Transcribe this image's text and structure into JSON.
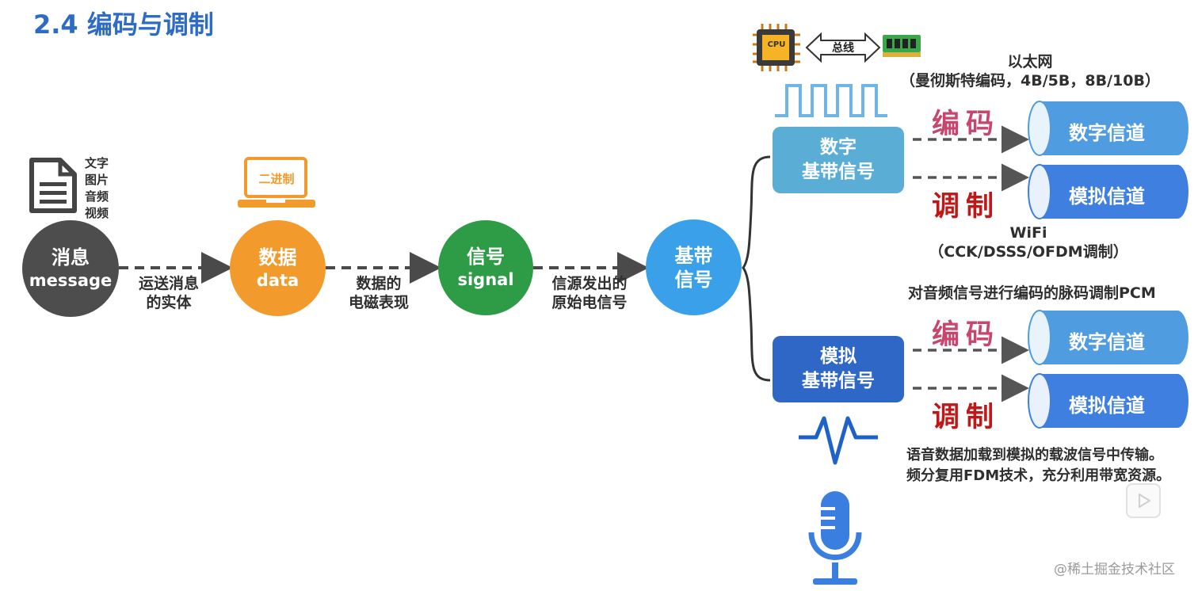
{
  "title": "2.4 编码与调制",
  "message_types": [
    "文字",
    "图片",
    "音频",
    "视频"
  ],
  "laptop_label": "二进制",
  "nodes": {
    "message": {
      "l1": "消息",
      "l2": "message",
      "color": "#4d4d4d"
    },
    "data": {
      "l1": "数据",
      "l2": "data",
      "color": "#f39a2d"
    },
    "signal": {
      "l1": "信号",
      "l2": "signal",
      "color": "#2e9b47"
    },
    "baseband": {
      "l1": "基带",
      "l2": "信号",
      "color": "#3aa0ea"
    }
  },
  "edges": {
    "e1": {
      "l1": "运送消息",
      "l2": "的实体"
    },
    "e2": {
      "l1": "数据的",
      "l2": "电磁表现"
    },
    "e3": {
      "l1": "信源发出的",
      "l2": "原始电信号"
    }
  },
  "digital_baseband": {
    "l1": "数字",
    "l2": "基带信号",
    "color": "#5aaed6"
  },
  "analog_baseband": {
    "l1": "模拟",
    "l2": "基带信号",
    "color": "#2e67c6"
  },
  "cpu_label": "CPU",
  "bus_label": "总线",
  "ethernet": {
    "l1": "以太网",
    "l2": "（曼彻斯特编码，4B/5B，8B/10B）"
  },
  "wifi": {
    "l1": "WiFi",
    "l2": "（CCK/DSSS/OFDM调制）"
  },
  "pcm_note": "对音频信号进行编码的脉码调制PCM",
  "fdm_note": {
    "l1": "语音数据加载到模拟的载波信号中传输。",
    "l2": "频分复用FDM技术，充分利用带宽资源。"
  },
  "encode": "编码",
  "modulate": "调制",
  "digital_channel": "数字信道",
  "analog_channel": "模拟信道",
  "colors": {
    "encode": "#c8466e",
    "modulate": "#c01818",
    "cyl_digital": "#4f9ce0",
    "cyl_analog": "#3f7fe0"
  },
  "watermark": "@稀土掘金技术社区"
}
